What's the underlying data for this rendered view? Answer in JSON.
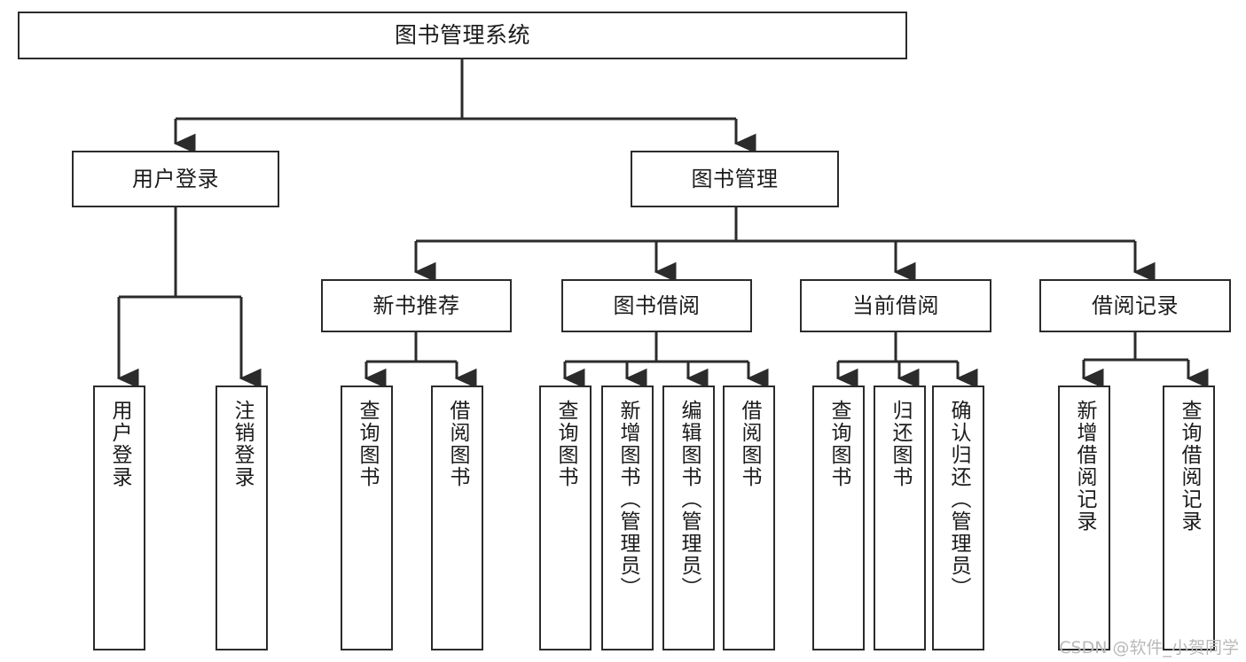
{
  "diagram": {
    "type": "tree-hierarchy-chart",
    "title_node": {
      "id": "root",
      "label": "图书管理系统"
    },
    "level2": [
      {
        "id": "user-login",
        "label": "用户登录"
      },
      {
        "id": "book-management",
        "label": "图书管理"
      }
    ],
    "level3": [
      {
        "id": "new-book-recommend",
        "label": "新书推荐",
        "parent": "book-management"
      },
      {
        "id": "book-borrow",
        "label": "图书借阅",
        "parent": "book-management"
      },
      {
        "id": "current-borrow",
        "label": "当前借阅",
        "parent": "book-management"
      },
      {
        "id": "borrow-record",
        "label": "借阅记录",
        "parent": "book-management"
      }
    ],
    "leaves": [
      {
        "id": "leaf-user-login",
        "label": "用户登录",
        "parent": "user-login"
      },
      {
        "id": "leaf-logout-login",
        "label": "注销登录",
        "parent": "user-login"
      },
      {
        "id": "leaf-query-book-1",
        "label": "查询图书",
        "parent": "new-book-recommend"
      },
      {
        "id": "leaf-borrow-book-1",
        "label": "借阅图书",
        "parent": "new-book-recommend"
      },
      {
        "id": "leaf-query-book-2",
        "label": "查询图书",
        "parent": "book-borrow"
      },
      {
        "id": "leaf-add-book",
        "label": "新增图书（管理员）",
        "parent": "book-borrow"
      },
      {
        "id": "leaf-edit-book",
        "label": "编辑图书（管理员）",
        "parent": "book-borrow"
      },
      {
        "id": "leaf-borrow-book-2",
        "label": "借阅图书",
        "parent": "book-borrow"
      },
      {
        "id": "leaf-query-book-3",
        "label": "查询图书",
        "parent": "current-borrow"
      },
      {
        "id": "leaf-return-book",
        "label": "归还图书",
        "parent": "current-borrow"
      },
      {
        "id": "leaf-confirm-return",
        "label": "确认归还（管理员）",
        "parent": "current-borrow"
      },
      {
        "id": "leaf-add-borrow-record",
        "label": "新增借阅记录",
        "parent": "borrow-record"
      },
      {
        "id": "leaf-query-borrow-record",
        "label": "查询借阅记录",
        "parent": "borrow-record"
      }
    ],
    "colors": {
      "stroke": "#2b2b2b",
      "fill": "#ffffff",
      "text": "#1b1b1b",
      "watermark": "#b9b9b9"
    }
  },
  "watermark": {
    "text": "CSDN @软件_小贺同学"
  }
}
